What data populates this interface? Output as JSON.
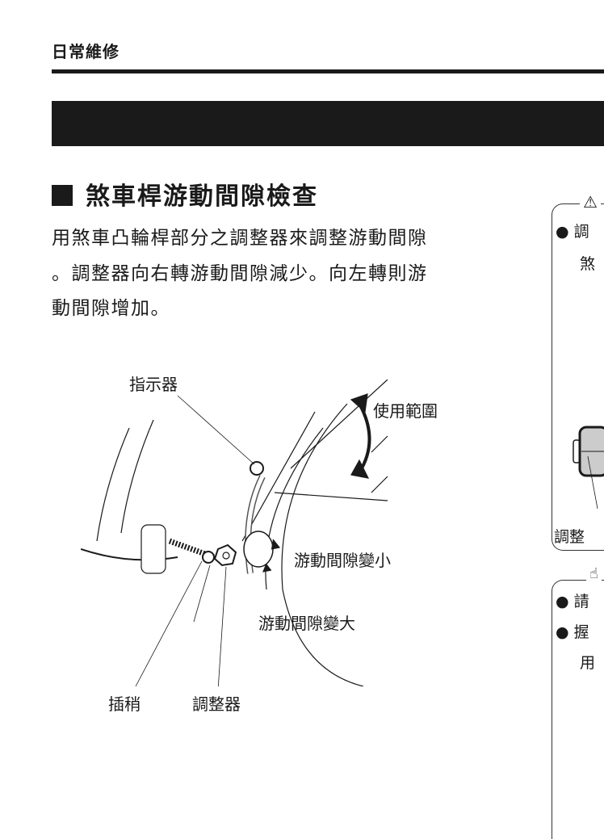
{
  "header": {
    "section": "日常維修"
  },
  "main": {
    "title": "煞車桿游動間隙檢查",
    "body_lines": [
      "用煞車凸輪桿部分之調整器來調整游動間隙",
      "。調整器向右轉游動間隙減少。向左轉則游",
      "動間隙增加。"
    ],
    "figure": {
      "labels": {
        "indicator": "指示器",
        "range": "使用範圍",
        "decrease": "游動間隙變小",
        "increase": "游動間隙變大",
        "pin": "插稍",
        "adjuster": "調整器"
      }
    }
  },
  "side": {
    "warning": {
      "icon": "warning-triangle-icon",
      "line1": "● 調",
      "line2": "煞",
      "adjuster_label": "調整"
    },
    "note": {
      "icon": "pointing-hand-icon",
      "line1": "● 請",
      "line2": "● 握",
      "line3": "用"
    }
  }
}
